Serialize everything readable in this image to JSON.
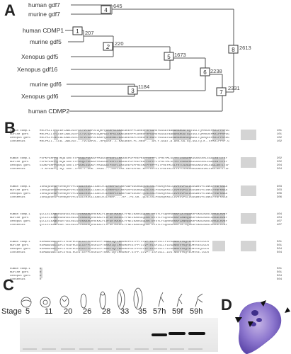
{
  "panels": {
    "a": "A",
    "b": "B",
    "c": "C",
    "d": "D"
  },
  "tree": {
    "taxa": [
      "human gdf7",
      "murine gdf7",
      "human CDMP1",
      "murine gdf5",
      "Xenopus gdf5",
      "Xenopus gdf16",
      "murine gdf6",
      "Xenopus gdf6",
      "human CDMP2"
    ],
    "nodes": [
      "1",
      "2",
      "3",
      "4",
      "5",
      "6",
      "7",
      "8"
    ],
    "branch_values": [
      "645",
      "207",
      "220",
      "1184",
      "1673",
      "2238",
      "2331",
      "2613"
    ]
  },
  "alignment": {
    "blocks": [
      {
        "names": [
          "human cdmp-1",
          "murine gdf5",
          "Xenopus gdf5",
          "Consensus"
        ],
        "seqs": [
          "MRLPKLLTFLLWYLAWLDLEFICTVLGAPDLGQRPQGSRPGLAKAEAKERPPLARNVFRPGGHSYGGGATNANARAKGGTGQTGGLTQPKKDEPKKLPPRPGG",
          "MRLPKLLTFLLWYLAWLDLEFICTVLGAPDLGQRPQGTRPGLAKAEAKERPPLARNVFRPGGHSYGGGATNANARAKGGTGQTGGLTQPKKDEPKKLPPRPGG",
          "MRLPKLFLALLWLVAWLDLELTSTVLGAPDLKARPQGSRSNLIKAEAKERAPLVRNVFHTRGHTYSGGATGASARARGGSGQAGGLTQSKQEEPKKLPPRPAG",
          "MRLPKLL..LLW..AWLDLE...TVLGAPDL..RPQGSR..L.KAEAKER.PL.RNVF...GH.Y.GGAT.A.ARA.GG.GQ.GGLTQ.K..EPKKLPPRP.G"
        ],
        "nums": [
          "101",
          "101",
          "102",
          "102"
        ]
      },
      {
        "names": [
          "human cdmp-1",
          "murine gdf5",
          "Xenopus gdf5",
          "Consensus"
        ],
        "seqs": [
          "PEPKPGHPPQTRQATARTVTPKGQLPGGKAPPKAGSVPSSFLLKKAREPGPPREPKEPFRPPPITPHEYMLSLYRTLSDADRKGGNSSVKLEAGLANTITSF",
          "PEPKPGHPPQTRQATARTVTPKGQLPGGKAPPKAGSVPSSFLLKKAREPGPPREPKEPFRPPPITPHEYMLSLYRTLSDADRKGGNSSVKLEAGLANTITSF",
          "SEAKPGHPPQSRQSTARTLTPKGHLSGGKVTPKAGGATPSSFLLKKSREPGPPRESKEPFRPPPITPHEYMLSLYRTLSDADRKGGNSSVKLEAGLANTITSF",
          ".E.KPGHPPQ.RQ.TART.TPKG.L.GGK..PKAG....SSFLLKK.REPGPPRE.KEPFRPPPITPHEYMLSLYRTLSDADRKGGNSSVKLEAGLANTITSF"
        ],
        "nums": [
          "202",
          "202",
          "204",
          "204"
        ]
      },
      {
        "names": [
          "human cdmp-1",
          "murine gdf5",
          "Xenopus gdf5",
          "Consensus"
        ],
        "seqs": [
          "IDKGQDDRGPVVRKQRYVFDISALEKDGLLGAELRILRKKPSDTAKPAAPGGGRAAQLKLSSCPSGRQPASLLDVRSVPGLDGSGWEVFDIWKLFRNFKNSA",
          "IDKGQDDRGPVVRKQRYVFDISALEKDGLLGAELRILRKKPSDTAKPAVPGGGRAAQLKLSSCPSGRQPASLLDVRSVPGLDGSGWEVFDIWKLFRNFKNSA",
          "IDKGQDDRGPVVRKQRYVFDISALEKDGLLGAELRILRKKPLEGAKPSAPGSGRVTQLKLSSCPSGRQPASLLDVRSVPGLDGSGWEVFDIWKLFRNFKNSA",
          "IDKGQDDRGPVVRKQRYVFDISALEKDGLLGAELRILRKKP....KP..PG.GR..QLKLSSCPSGRQPASLLDVRSVPGLDGSGWEVFDIWKLFRNFKNSA"
        ],
        "nums": [
          "303",
          "303",
          "306",
          "306"
        ]
      },
      {
        "names": [
          "human cdmp-1",
          "murine gdf5",
          "Xenopus gdf5",
          "Consensus"
        ],
        "seqs": [
          "QLCLELEAWERGRAVDLRGLGFDRAARQVHEKALFLVFGRTKKRDLFFNEIKARSGQDDKTVYEYLFSQRRKRRAPLATRQGKRPSKNLKARCSRKALHVNF",
          "QLCLELEAWERGRAVDLRGLGFDRAARQVHEKALFLVFGRTKKRDLFFNEIKARSGQDDKTVYEYLFSQRRKRRAPLANRQGKRPSKNLKARCSRKALHVNF",
          "QLCLELEAWERGRTVDLRGLGFDRAARQVHEKALFLVFGRTKKRDLFFNEIKARSGQDDKTVYEYLFSQRRKRRAPLANRQGKRPSKNLKARCSRKALHVNF",
          "QLCLELEAWERGR.VDLRGLGFDRAARQVHEKALFLVFGRTKKRDLFFNEIKARSGQDDKTVYEYLFSQRRKRRAPLA.RQGKRPSKNLKARCSRKALHVNF"
        ],
        "nums": [
          "404",
          "404",
          "407",
          "407"
        ]
      },
      {
        "names": [
          "human cdmp-1",
          "murine gdf5",
          "Xenopus gdf5",
          "Consensus"
        ],
        "seqs": [
          "KDMGWDDWIIAPLEYEAFHCEGLCEFPLRSHLEPTNHAVIQTLMNSMDPESTPPTCCVPTRLSPISILFIDSANNVVYKQYEDMVVESCGCR",
          "KDMGWDDWIIAPLEYEAFHCEGLCEFPLRSHLEPTNHAVIQTLMNSMDPESTPPTCCVPTRLSPISILFIDSANNVVYKQYEDMVVESCGCR",
          "KDMGWDDWIIAPLEYEAYHCEGVCEFPLRSHLEPTNHAIIQTLMNSMDPGSTPPSCCVPTKLSPISILYIDSGNNVVYKQYEDMVVEQCGCR",
          "KDMGWDDWIIAPLEYEA.HCEG.CEFPLRSHLEPTNHA.IQTLMNSMDP.STPP.CCVPT.LSPISIL.IDS.NNVVYKQYEDMVVE.CGCR"
        ],
        "nums": [
          "501",
          "501",
          "504",
          "504"
        ]
      },
      {
        "names": [
          "human cdmp-1",
          "murine gdf5",
          "Xenopus gdf5",
          "Consensus"
        ],
        "seqs": [
          "R",
          "R",
          "R",
          "R"
        ],
        "nums": [
          "501",
          "501",
          "504",
          "504"
        ]
      }
    ]
  },
  "expression": {
    "stage_label": "Stage",
    "stages": [
      "5",
      "11",
      "20",
      "26",
      "28",
      "33",
      "35",
      "57h",
      "59f",
      "59h"
    ]
  }
}
